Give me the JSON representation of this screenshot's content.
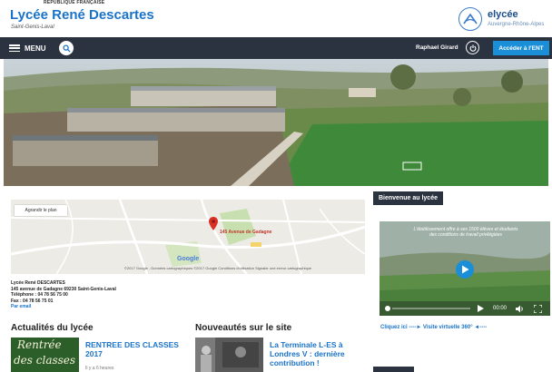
{
  "header": {
    "republique_label": "RÉPUBLIQUE FRANÇAISE",
    "school_name": "Lycée René Descartes",
    "school_city": "Saint-Genis-Laval",
    "elycee_name": "elycée",
    "elycee_region": "Auvergne-Rhône-Alpes"
  },
  "nav": {
    "menu_label": "MENU",
    "user_name": "Raphael Girard",
    "ent_button_label": "Accéder à l'ENT"
  },
  "map": {
    "enlarge_label": "Agrandir le plan",
    "address_marker": "145 Avenue de Gadagne",
    "google_label": "Google",
    "footer_text": "©2017 Google - Données cartographiques ©2017 Google   Conditions d'utilisation   Signaler une erreur cartographique"
  },
  "contact": {
    "name": "Lycée René DESCARTES",
    "address": "145 avenue de Gadagne 69230 Saint-Genis-Laval",
    "phone": "Téléphone : 04 78 56 75 00",
    "fax": "Fax : 04 78 56 75 01",
    "email_label": "Par email"
  },
  "news": {
    "title": "Actualités du lycée",
    "thumb_line1": "Rentrée",
    "thumb_line2": "des classes",
    "item_title_line1": "RENTREE DES CLASSES",
    "item_title_line2": "2017",
    "item_date": "Il y a 6 heures"
  },
  "updates": {
    "title": "Nouveautés sur le site",
    "item_title_line1": "La Terminale L-ES à",
    "item_title_line2": "Londres V : dernière",
    "item_title_line3": "contribution !"
  },
  "welcome": {
    "badge_label": "Bienvenue au lycée",
    "video_caption_line1": "L'établissement offre à ses 1500 élèves et étudiants",
    "video_caption_line2": "des conditions de travail privilégiées",
    "video_time": "00:00",
    "virtual_visit_link": "Cliquez ici ----► Visite virtuelle 360° ◄----"
  },
  "colors": {
    "brand_blue": "#1a73c8",
    "navbar_bg": "#2c3340",
    "ent_button_bg": "#1a8fd8"
  }
}
